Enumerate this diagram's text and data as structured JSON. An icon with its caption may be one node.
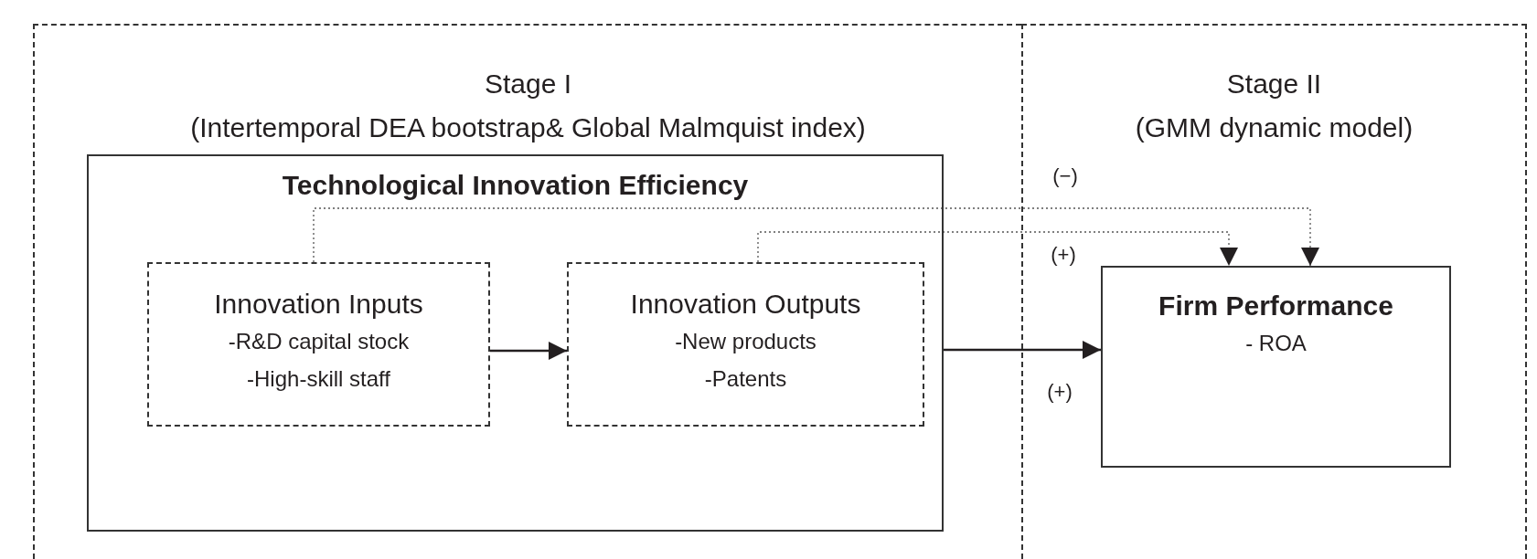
{
  "diagram": {
    "nodes": [
      {
        "text": [
          "Stage I",
          "(Intertemporal DEA bootstrap& Global Malmquist index)"
        ]
      },
      {
        "text": [
          "Stage II",
          "(GMM dynamic model)"
        ]
      },
      {
        "text": [
          "Technological Innovation Efficiency"
        ],
        "in": 0
      },
      {
        "text": [
          "Innovation Inputs",
          "-R&D capital stock",
          "-High-skill staff"
        ],
        "in": 2
      },
      {
        "text": [
          "Innovation Outputs",
          "-New products",
          "-Patents"
        ],
        "in": 2
      },
      {
        "text": [
          "Firm Performance",
          "- ROA"
        ],
        "in": 1
      }
    ],
    "edges": [
      {
        "from": 3,
        "to": 4,
        "arrow": "to"
      },
      {
        "from": 2,
        "to": 5,
        "arrow": "to",
        "label": "(+)"
      },
      {
        "from": 3,
        "to": 5,
        "arrow": "to",
        "label": "(−)",
        "style": "dashed"
      },
      {
        "from": 4,
        "to": 5,
        "arrow": "to",
        "label": "(+)",
        "style": "dashed"
      }
    ]
  }
}
